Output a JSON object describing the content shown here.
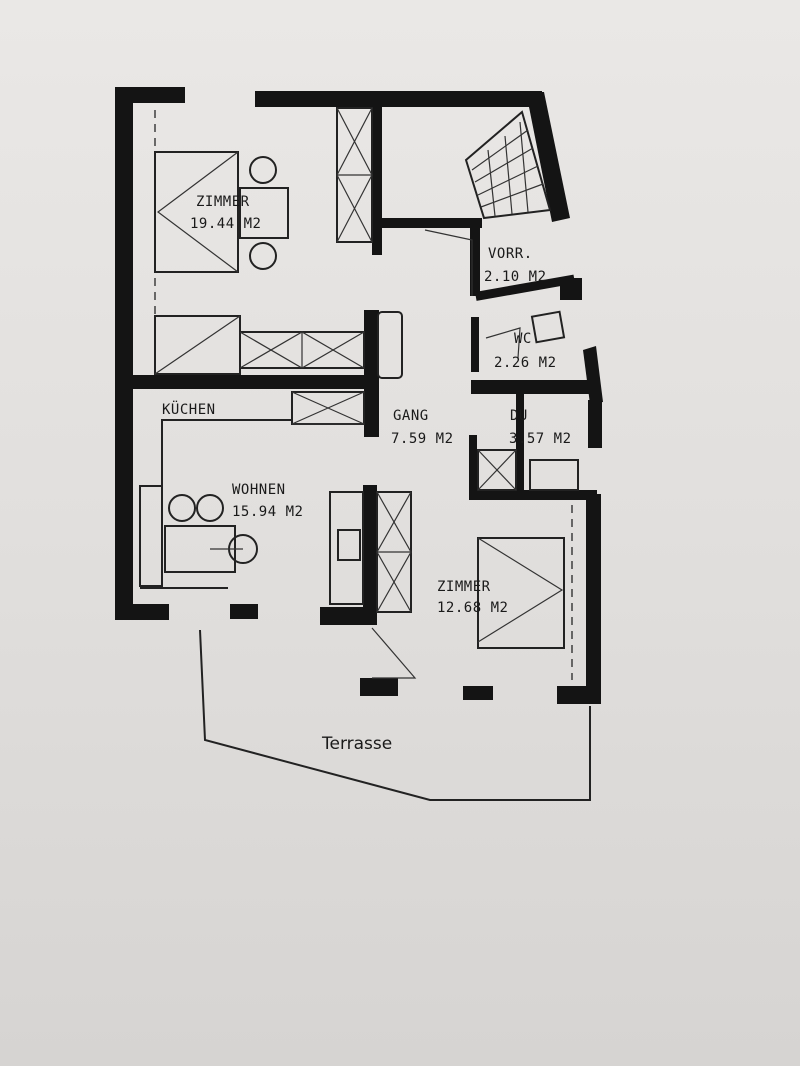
{
  "rooms": {
    "zimmer_1": {
      "name": "ZIMMER",
      "area": "19.44 M2"
    },
    "vorraum": {
      "name": "VORR.",
      "area": "2.10 M2"
    },
    "wc": {
      "name": "WC",
      "area": "2.26 M2"
    },
    "kuechen": {
      "name": "KÜCHEN"
    },
    "gang": {
      "name": "GANG",
      "area": "7.59 M2"
    },
    "du": {
      "name": "DU",
      "area": "3.57 M2"
    },
    "wohnen": {
      "name": "WOHNEN",
      "area": "15.94 M2"
    },
    "zimmer_2": {
      "name": "ZIMMER",
      "area": "12.68 M2"
    }
  },
  "terrace": {
    "name": "Terrasse"
  }
}
